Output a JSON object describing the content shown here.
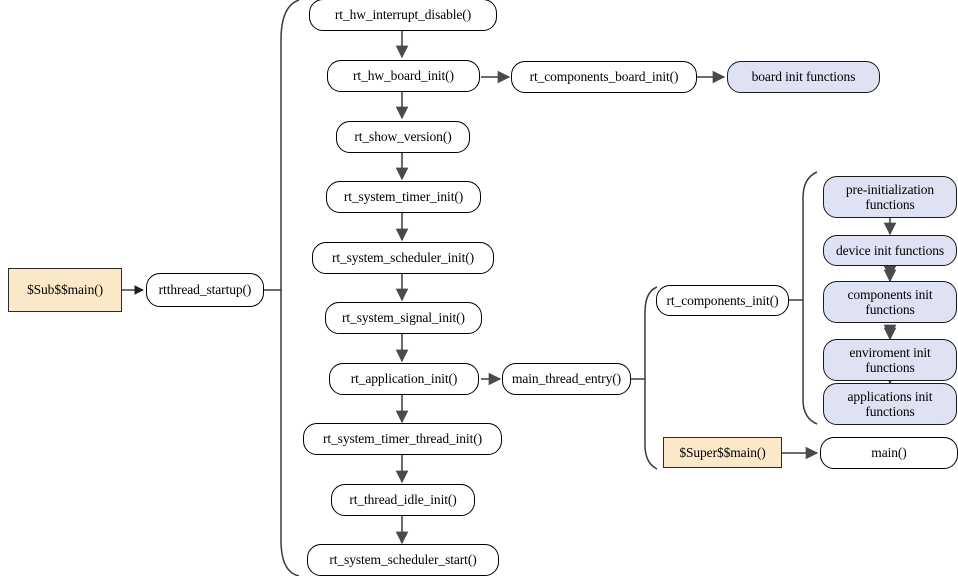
{
  "diagram": {
    "title": "RT-Thread startup sequence flowchart",
    "colors": {
      "node_fill": "#ffffff",
      "blue_fill": "#dee2f2",
      "orange_fill": "#fbe8c8",
      "edge": "#6e6e6e",
      "border": "#000000"
    },
    "entry": {
      "sub_main": "$Sub$$main()",
      "startup": "rtthread_startup()"
    },
    "startup_steps": [
      "rt_hw_interrupt_disable()",
      "rt_hw_board_init()",
      "rt_show_version()",
      "rt_system_timer_init()",
      "rt_system_scheduler_init()",
      "rt_system_signal_init()",
      "rt_application_init()",
      "rt_system_timer_thread_init()",
      "rt_thread_idle_init()",
      "rt_system_scheduler_start()"
    ],
    "board_branch": [
      "rt_components_board_init()",
      "board init functions"
    ],
    "app_branch": {
      "main_thread_entry": "main_thread_entry()",
      "components_init": "rt_components_init()",
      "super_main": "$Super$$main()",
      "main": "main()"
    },
    "components": [
      "pre-initialization functions",
      "device init functions",
      "components init functions",
      "enviroment init functions",
      "applications init functions"
    ]
  }
}
